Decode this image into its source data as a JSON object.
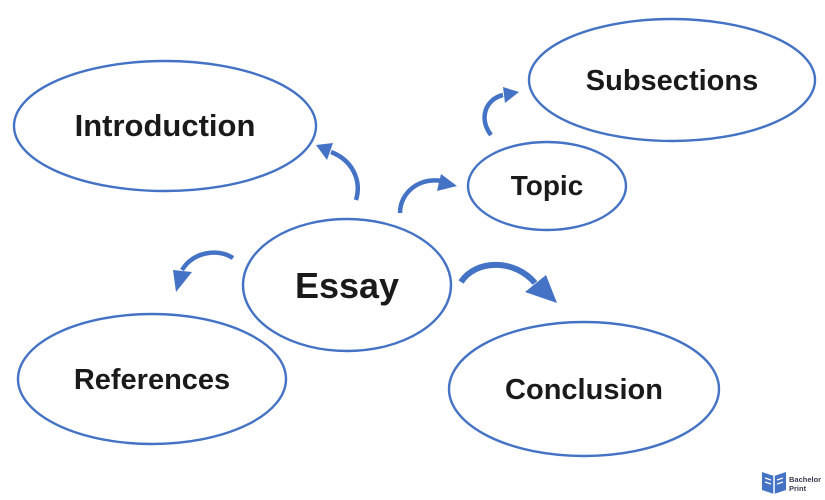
{
  "diagram": {
    "nodes": {
      "essay": "Essay",
      "introduction": "Introduction",
      "topic": "Topic",
      "subsections": "Subsections",
      "references": "References",
      "conclusion": "Conclusion"
    },
    "colors": {
      "outline": "#4472c4",
      "arrow": "#4472c4",
      "text": "#1a1a1a"
    }
  },
  "logo": {
    "line1": "Bachelor",
    "line2": "Print",
    "icon": "book-logo-icon"
  }
}
